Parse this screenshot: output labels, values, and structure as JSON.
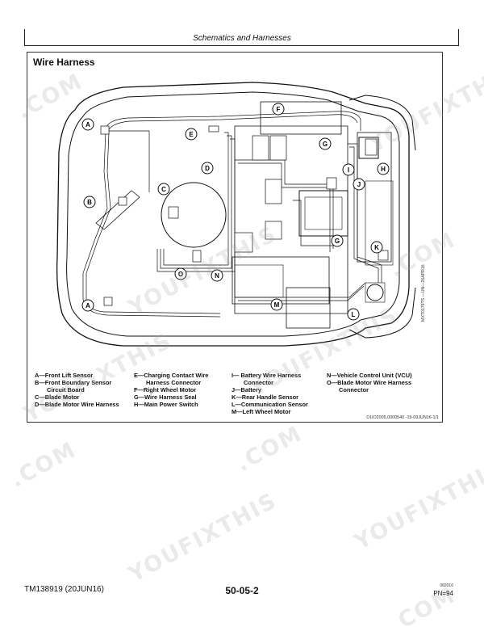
{
  "header": {
    "section_title": "Schematics and Harnesses"
  },
  "figure": {
    "title": "Wire Harness",
    "callouts": [
      "A",
      "B",
      "C",
      "D",
      "E",
      "F",
      "G",
      "H",
      "I",
      "J",
      "K",
      "L",
      "M",
      "N",
      "O"
    ],
    "side_code": "MXT0179TS —UN—26APR16",
    "ref": "OUO2005,0000540 -19-09JUN16-1/1"
  },
  "legend": {
    "col1": [
      "A—Front Lift Sensor",
      "B—Front Boundary Sensor",
      "Circuit Board",
      "C—Blade Motor",
      "D—Blade Motor Wire Harness"
    ],
    "col2": [
      "E—Charging Contact Wire",
      "Harness Connector",
      "F—Right Wheel Motor",
      "G—Wire Harness Seal",
      "H—Main Power Switch"
    ],
    "col3": [
      "I— Battery Wire Harness",
      "Connector",
      "J—Battery",
      "K—Rear Handle Sensor",
      "L—Communication Sensor",
      "M—Left Wheel Motor"
    ],
    "col4": [
      "N—Vehicle Control Unit (VCU)",
      "O—Blade Motor Wire Harness",
      "Connector"
    ]
  },
  "watermark": {
    "text": "YOUFIXTHIS",
    "text2": ".COM"
  },
  "footer": {
    "doc_id": "TM138919 (20JUN16)",
    "page_number": "50-05-2",
    "small_code": "082016",
    "pn": "PN=94"
  }
}
